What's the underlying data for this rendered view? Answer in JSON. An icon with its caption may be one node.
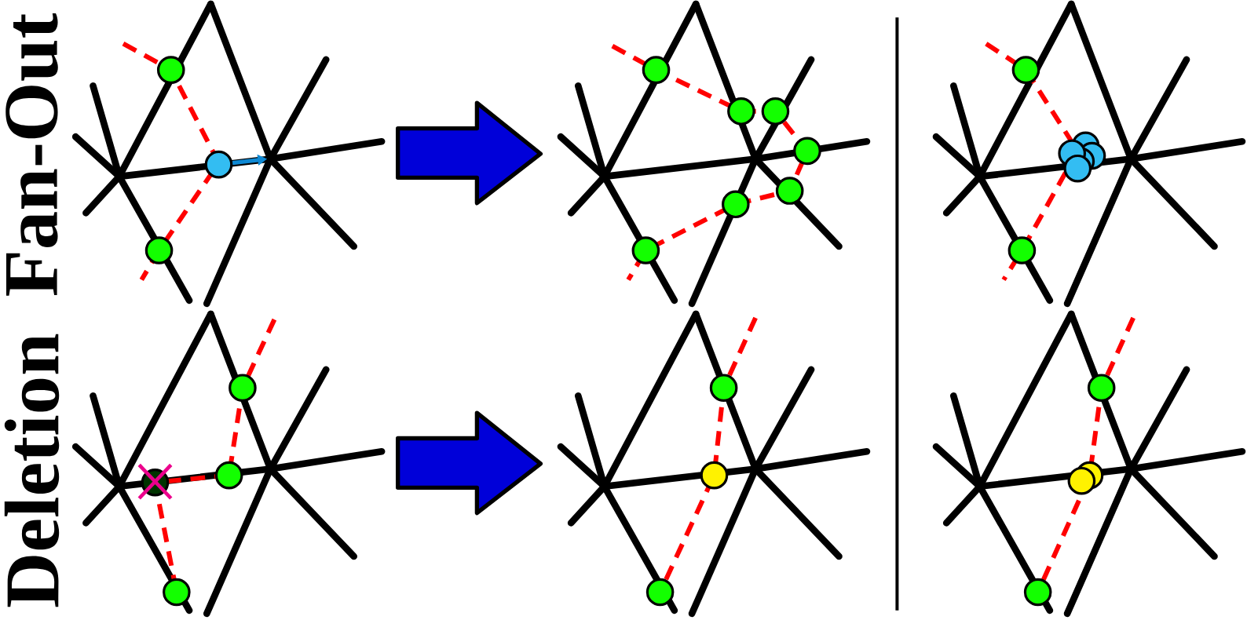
{
  "diagram": {
    "nodes": [
      {
        "text": [],
        "shape": "picture"
      },
      {
        "text": [],
        "shape": "picture"
      },
      {
        "text": [],
        "shape": "picture"
      },
      {
        "text": [],
        "shape": "picture"
      },
      {
        "text": [],
        "shape": "picture"
      },
      {
        "text": [],
        "shape": "picture"
      }
    ],
    "edges": [
      {
        "from": 0,
        "to": 1,
        "arrow": "to"
      },
      {
        "from": 3,
        "to": 4,
        "arrow": "to"
      }
    ],
    "labels": [
      "Fan-Out",
      "Deletion"
    ]
  }
}
